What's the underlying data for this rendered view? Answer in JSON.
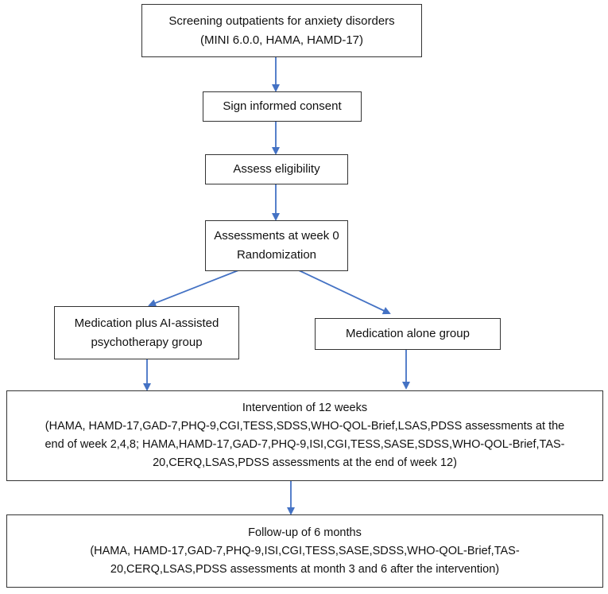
{
  "flowchart": {
    "screening": {
      "line1": "Screening outpatients for anxiety disorders",
      "line2": "(MINI 6.0.0, HAMA, HAMD-17)"
    },
    "consent": {
      "label": "Sign informed consent"
    },
    "eligibility": {
      "label": "Assess eligibility"
    },
    "baseline": {
      "line1": "Assessments at week 0",
      "line2": "Randomization"
    },
    "group_ai": {
      "line1": "Medication plus AI-assisted",
      "line2": "psychotherapy group"
    },
    "group_med": {
      "label": "Medication alone group"
    },
    "intervention": {
      "line1": "Intervention of 12 weeks",
      "line2": "(HAMA, HAMD-17,GAD-7,PHQ-9,CGI,TESS,SDSS,WHO-QOL-Brief,LSAS,PDSS assessments at the",
      "line3": "end of week 2,4,8; HAMA,HAMD-17,GAD-7,PHQ-9,ISI,CGI,TESS,SASE,SDSS,WHO-QOL-Brief,TAS-",
      "line4": "20,CERQ,LSAS,PDSS assessments at the end of week 12)"
    },
    "followup": {
      "line1": "Follow-up of 6 months",
      "line2": "(HAMA, HAMD-17,GAD-7,PHQ-9,ISI,CGI,TESS,SASE,SDSS,WHO-QOL-Brief,TAS-",
      "line3": "20,CERQ,LSAS,PDSS assessments at month 3 and 6 after the intervention)"
    }
  },
  "colors": {
    "arrow": "#4472c4",
    "border": "#333333"
  }
}
